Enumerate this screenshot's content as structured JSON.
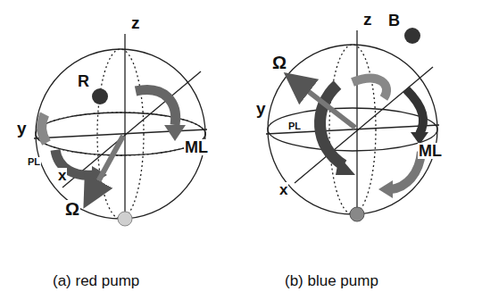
{
  "diagram": {
    "labels": [
      "z",
      "R",
      "y",
      "PL",
      "ML",
      "x",
      "Ω",
      "(a) red pump",
      "z",
      "B",
      "Ω",
      "y",
      "PL",
      "ML",
      "x",
      "(b) blue pump"
    ]
  }
}
